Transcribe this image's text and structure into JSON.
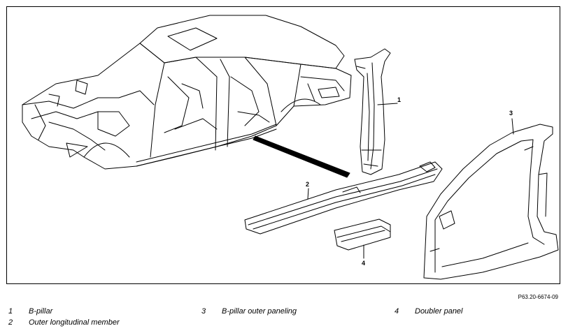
{
  "callouts": {
    "c1": "1",
    "c2": "2",
    "c3": "3",
    "c4": "4"
  },
  "doc_ref": "P63.20-6674-09",
  "legend": [
    {
      "num": "1",
      "label": "B-pillar"
    },
    {
      "num": "2",
      "label": "Outer longitudinal member"
    },
    {
      "num": "3",
      "label": "B-pillar outer paneling"
    },
    {
      "num": "4",
      "label": "Doubler panel"
    }
  ]
}
